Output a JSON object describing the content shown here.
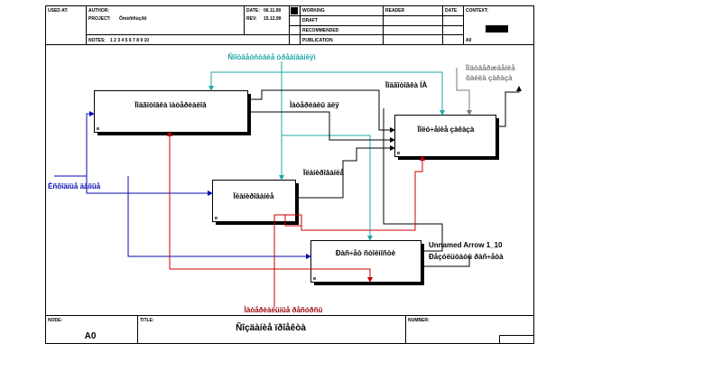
{
  "header": {
    "used_at_label": "USED AT:",
    "author_label": "AUTHOR:",
    "project_label": "PROJECT:",
    "project_value": "Ômèñiñùçðõ",
    "date_label": "DATE:",
    "date_value": "06.11.99",
    "rev_label": "REV:",
    "rev_value": "15.12.99",
    "notes_label": "NOTES:",
    "notes_value": "1 2 3 4 5 6 7 8 9 10",
    "status_items": [
      "WORKING",
      "DRAFT",
      "RECOMMENDED",
      "PUBLICATION"
    ],
    "reader_label": "READER",
    "reader_date_label": "DATE",
    "context_label": "CONTEXT:",
    "node_ref": "A0"
  },
  "boxes": [
    {
      "label": "Ïîäãîòîâêà ìàòåðèàëîâ"
    },
    {
      "label": "Ïëàíèðîâàíèå"
    },
    {
      "label": "Ðàñ÷åò ñòîèìîñòè"
    },
    {
      "label": "Ïîëó÷åíèå çàêàçà"
    }
  ],
  "arrows": {
    "top_center": "Ñîîòâåòñòâèå òðåáîâàíèÿì",
    "top_right_1": "Ïîäòâåðæäåíèå",
    "top_right_2": "ôàéëà çàêàçà",
    "right_upper": "Ïîäãîòîâêà ÍÀ",
    "middle_label": "Ìàòåðèàëû äëÿ",
    "middle_label2": "Ïëàíèðîâàíèå",
    "left_input": "Èñõîäíûå äàííûå",
    "right_lower_1": "Unnamed Arrow 1_10",
    "right_lower_2": "Ðåçóëüòàòû ðàñ÷åòà",
    "bottom_mech": "Ìàòåðèàëüíûå ðåñóðñû"
  },
  "footer": {
    "node_label": "NODE:",
    "node_value": "A0",
    "title_label": "TITLE:",
    "title_value": "Ñîçäàíèå ïðîåêòà",
    "number_label": "NUMBER:"
  },
  "colors": {
    "blue": "#0a0ab4",
    "teal": "#21a7a7",
    "red": "#c80000",
    "darkred": "#9a0000",
    "black": "#000000",
    "gray": "#7a7a7a"
  }
}
